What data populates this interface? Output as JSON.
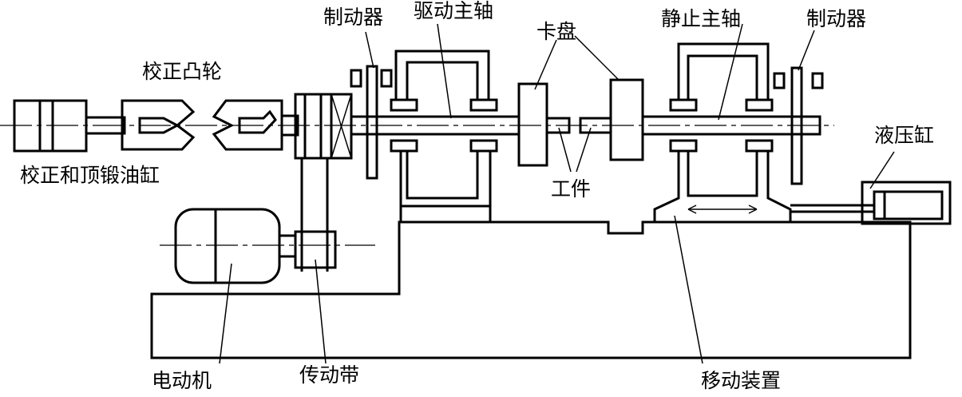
{
  "labels": {
    "correction_cam": "校正凸轮",
    "correction_upset_cylinder": "校正和顶锻油缸",
    "brake_left": "制动器",
    "drive_spindle": "驱动主轴",
    "chuck": "卡盘",
    "static_spindle": "静止主轴",
    "brake_right": "制动器",
    "hydraulic_cylinder": "液压缸",
    "workpiece": "工件",
    "motor": "电动机",
    "drive_belt": "传动带",
    "moving_device": "移动装置"
  },
  "colors": {
    "line": "#000000",
    "background": "#ffffff"
  }
}
